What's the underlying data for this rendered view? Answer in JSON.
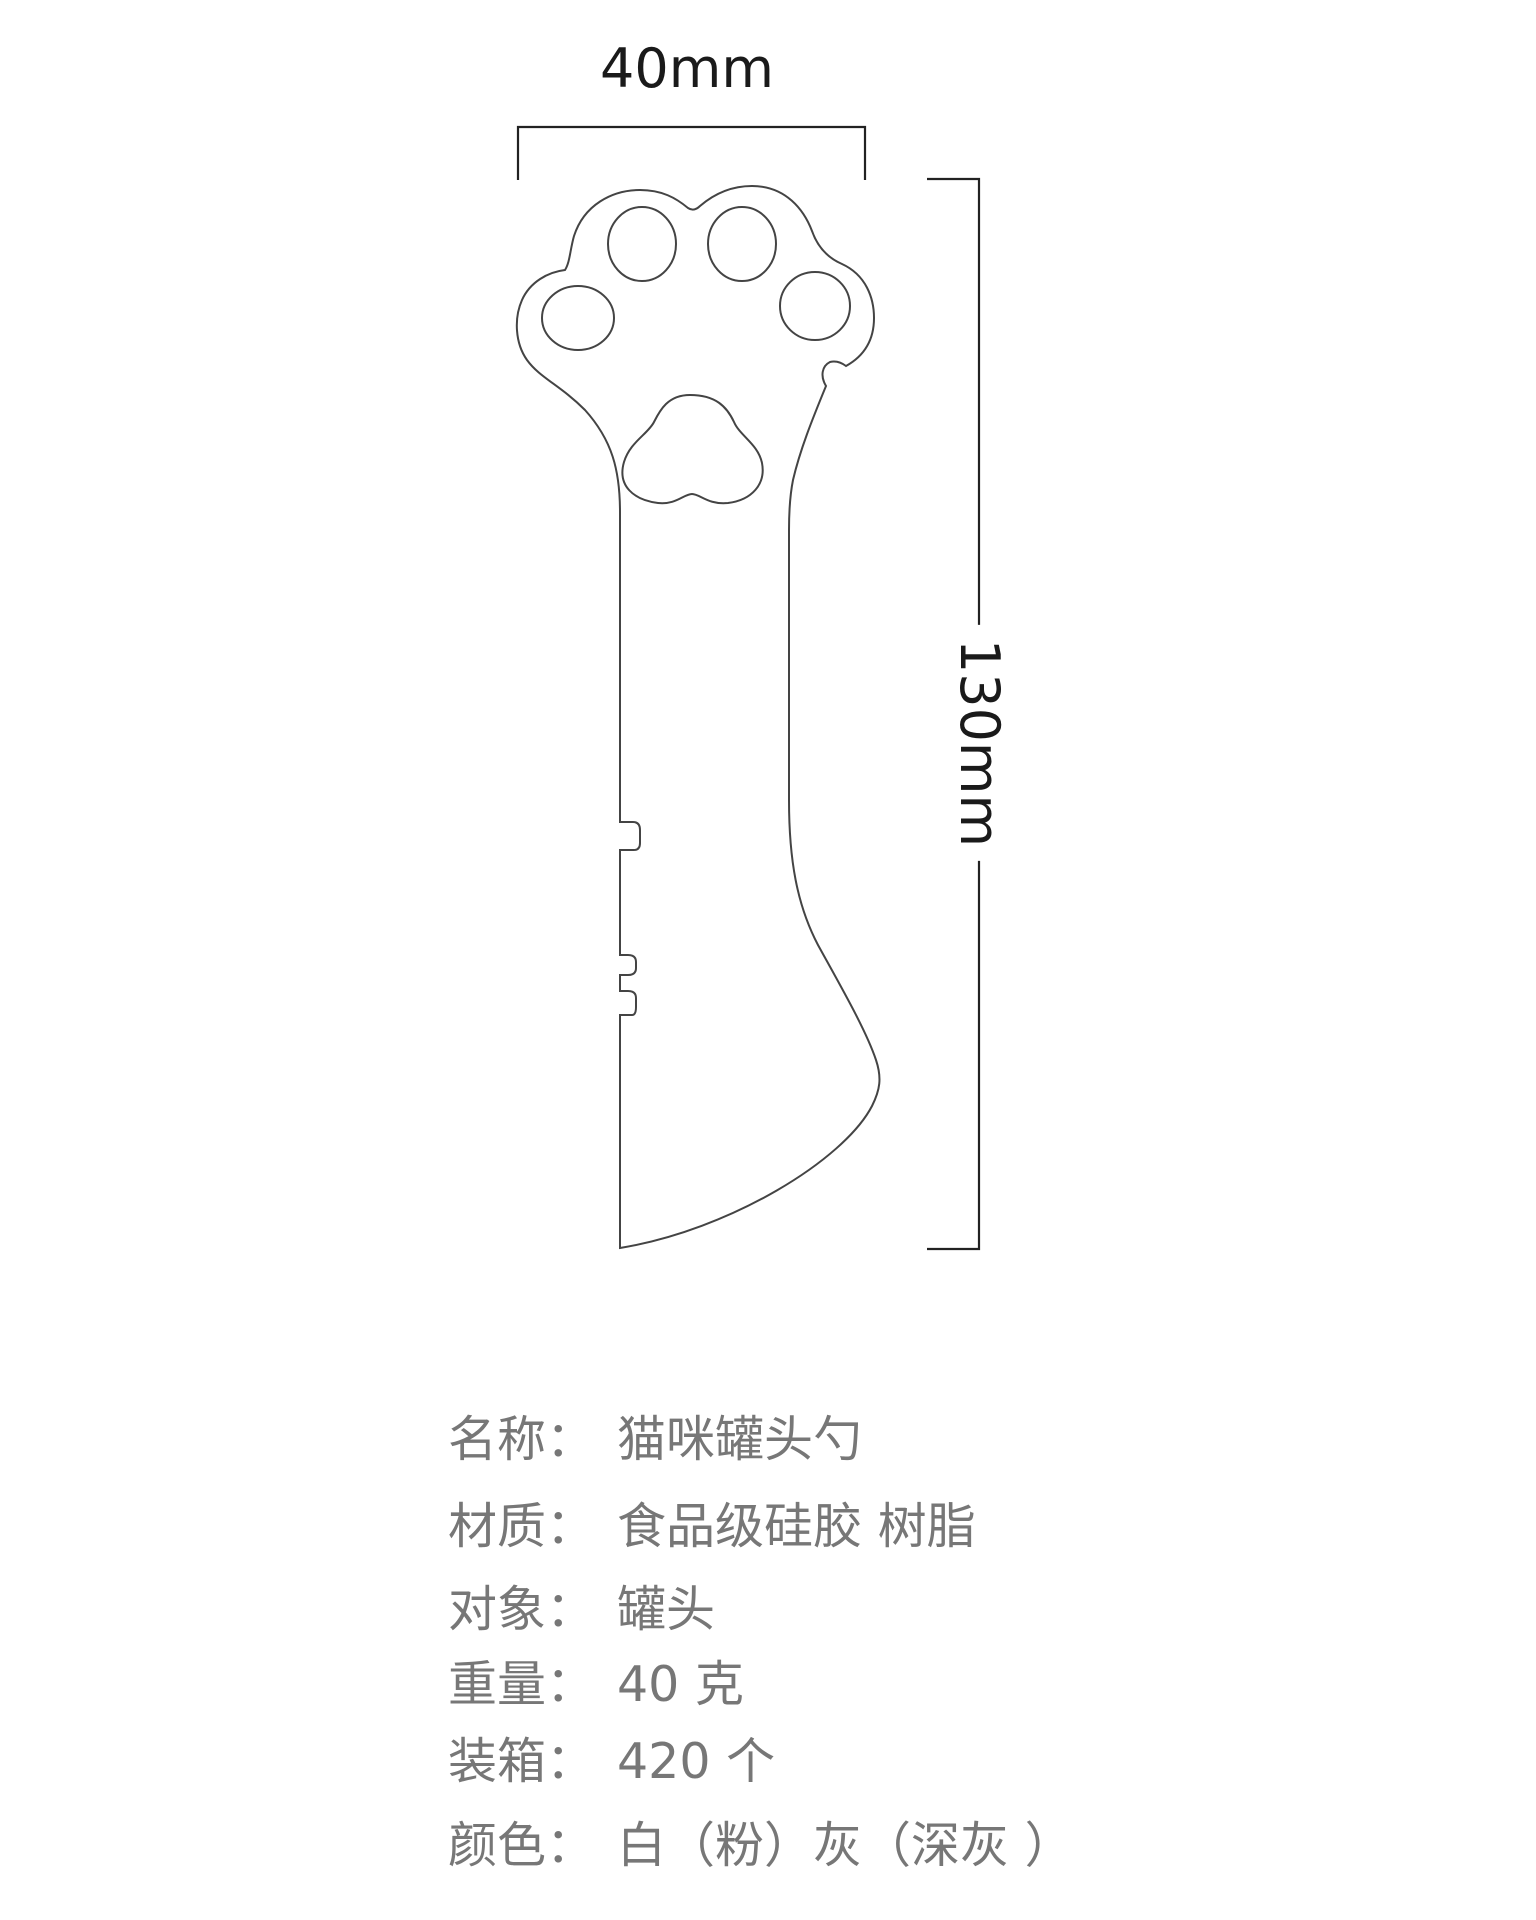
{
  "dimensions": {
    "width": "40mm",
    "height": "130mm"
  },
  "product_diagram": {
    "subject": "cat-paw-can-spoon-outline",
    "line_color": "#333333"
  },
  "specs": {
    "text_color": "#777777",
    "rows": [
      {
        "label": "名称：",
        "value": "猫咪罐头勺"
      },
      {
        "label": "材质：",
        "value": "食品级硅胶 树脂"
      },
      {
        "label": "对象：",
        "value": "罐头"
      },
      {
        "label": "重量：",
        "value": "40 克"
      },
      {
        "label": "装箱：",
        "value": "420 个"
      },
      {
        "label": "颜色：",
        "value": "白（粉）灰（深灰 ）"
      }
    ]
  }
}
